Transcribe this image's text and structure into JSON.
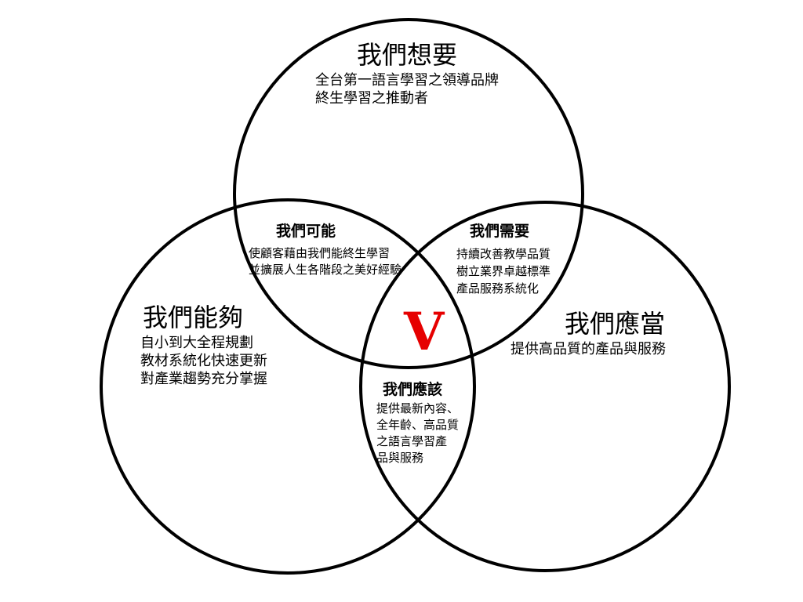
{
  "colors": {
    "outline": "#000000",
    "text": "#000000",
    "center_mark": "#e60000"
  },
  "top": {
    "title": "我們想要",
    "lines": [
      "全台第一語言學習之領導品牌",
      "終生學習之推動者"
    ]
  },
  "left": {
    "title": "我們能夠",
    "lines": [
      "自小到大全程規劃",
      "教材系統化快速更新",
      "對產業趨勢充分掌握"
    ]
  },
  "right": {
    "title": "我們應當",
    "lines": [
      "提供高品質的產品與服務"
    ]
  },
  "top_left": {
    "title": "我們可能",
    "lines": [
      "使顧客藉由我們能終生學習",
      "並擴展人生各階段之美好經驗"
    ]
  },
  "top_right": {
    "title": "我們需要",
    "lines": [
      "持續改善教學品質",
      "樹立業界卓越標準",
      "產品服務系統化"
    ]
  },
  "bottom": {
    "title": "我們應該",
    "lines": [
      "提供最新內容、",
      "全年齡、高品質",
      "之語言學習產",
      "品與服務"
    ]
  },
  "center": {
    "mark": "V"
  }
}
